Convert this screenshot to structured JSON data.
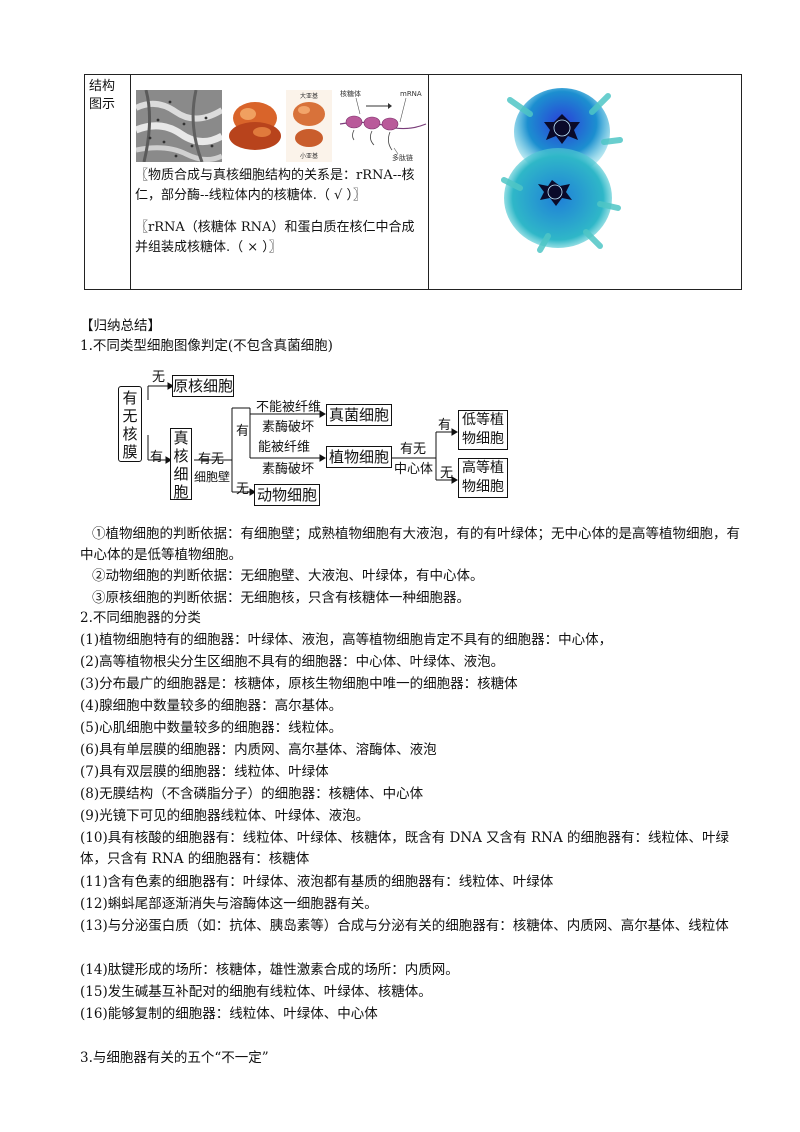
{
  "table": {
    "label": "结构\n图示",
    "note1": "〖物质合成与真核细胞结构的关系是：rRNA--核仁，部分酶--线粒体内的核糖体.（ √ ）〗",
    "note2": "〖rRNA（核糖体 RNA）和蛋白质在核仁中合成并组装成核糖体.（ × ）〗",
    "ribosome_labels": {
      "big": "大亚基",
      "small": "小亚基"
    },
    "polysome_labels": {
      "ribosome": "核糖体",
      "mrna": "mRNA",
      "peptide": "多肽链"
    }
  },
  "summary_title": "【归纳总结】",
  "section1_title": "1.不同类型细胞图像判定(不包含真菌细胞)",
  "flow": {
    "membrane_q": "有无核膜",
    "no": "无",
    "yes": "有",
    "prokaryote": "原核细胞",
    "eukaryote": "真核细胞",
    "wall_q1": "有无",
    "wall_q2": "细胞壁",
    "cannot1": "不能被纤维",
    "cannot2": "素酶破坏",
    "can1": "能被纤维",
    "can2": "素酶破坏",
    "fungus": "真菌细胞",
    "plant": "植物细胞",
    "animal": "动物细胞",
    "centro_q1": "有无",
    "centro_q2": "中心体",
    "lower_plant": "低等植物细胞",
    "higher_plant": "高等植物细胞"
  },
  "judgments": [
    "①植物细胞的判断依据：有细胞壁；成熟植物细胞有大液泡，有的有叶绿体；无中心体的是高等植物细胞，有中心体的是低等植物细胞。",
    "②动物细胞的判断依据：无细胞壁、大液泡、叶绿体，有中心体。",
    "③原核细胞的判断依据：无细胞核，只含有核糖体一种细胞器。"
  ],
  "section2_title": "2.不同细胞器的分类",
  "items": [
    "(1)植物细胞特有的细胞器：叶绿体、液泡，高等植物细胞肯定不具有的细胞器：中心体，",
    "(2)高等植物根尖分生区细胞不具有的细胞器：中心体、叶绿体、液泡。",
    "(3)分布最广的细胞器是：核糖体，原核生物细胞中唯一的细胞器：核糖体",
    "(4)腺细胞中数量较多的细胞器：高尔基体。",
    "(5)心肌细胞中数量较多的细胞器：线粒体。",
    "(6)具有单层膜的细胞器：内质网、高尔基体、溶酶体、液泡",
    "(7)具有双层膜的细胞器：线粒体、叶绿体",
    "(8)无膜结构（不含磷脂分子）的细胞器：核糖体、中心体",
    "(9)光镜下可见的细胞器线粒体、叶绿体、液泡。",
    "(10)具有核酸的细胞器有：线粒体、叶绿体、核糖体，既含有 DNA 又含有 RNA 的细胞器有：线粒体、叶绿体，只含有 RNA 的细胞器有：核糖体",
    "(11)含有色素的细胞器有：叶绿体、液泡都有基质的细胞器有：线粒体、叶绿体",
    "(12)蝌蚪尾部逐渐消失与溶酶体这一细胞器有关。",
    "(13)与分泌蛋白质（如：抗体、胰岛素等）合成与分泌有关的细胞器有：核糖体、内质网、高尔基体、线粒体",
    "(14)肽键形成的场所：核糖体，雄性激素合成的场所：内质网。",
    "(15)发生碱基互补配对的细胞有线粒体、叶绿体、核糖体。",
    "(16)能够复制的细胞器：线粒体、叶绿体、中心体"
  ],
  "section3_title": "3.与细胞器有关的五个“不一定”"
}
